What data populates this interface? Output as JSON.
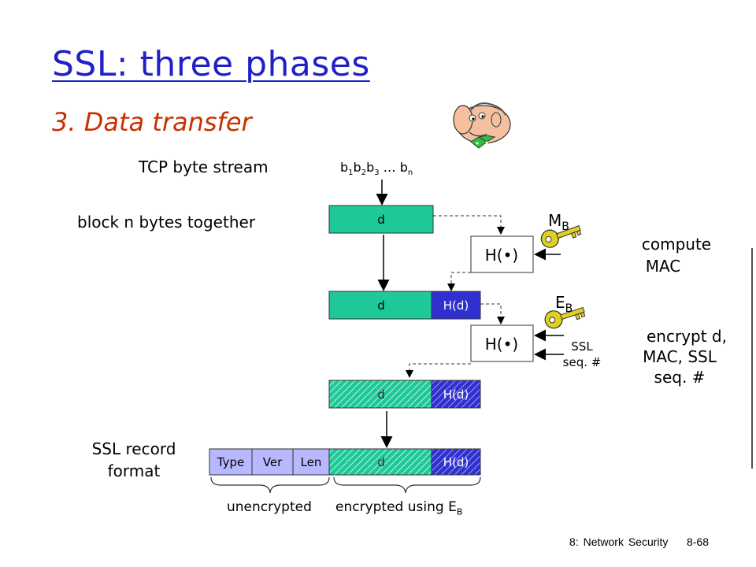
{
  "slide": {
    "title": "SSL: three phases",
    "subtitle": "3. Data transfer",
    "footer": "8: Network Security    8-68"
  },
  "labels": {
    "tcp_stream": "TCP byte stream",
    "byte_seq": [
      "b",
      "1",
      "b",
      "2",
      "b",
      "3",
      " … b",
      "n"
    ],
    "block": "block n bytes together",
    "compute_mac": [
      "compute",
      "MAC"
    ],
    "encrypt": [
      "encrypt d,",
      "MAC, SSL",
      "seq. #"
    ],
    "ssl_record": [
      "SSL record",
      "format"
    ],
    "unencrypted": "unencrypted",
    "encrypted_using": "encrypted using E",
    "encrypted_sub": "B",
    "ssl_seq": [
      "SSL",
      "seq. #"
    ]
  },
  "boxes": {
    "d": "d",
    "hd": "H(d)",
    "hash": "H(•)",
    "type": "Type",
    "ver": "Ver",
    "len": "Len"
  },
  "keys": {
    "mac_key": "M",
    "mac_key_sub": "B",
    "enc_key": "E",
    "enc_key_sub": "B"
  },
  "colors": {
    "title": "#2020c8",
    "subtitle": "#c83000",
    "data_block": "#1ec898",
    "mac_block": "#3030d0",
    "header_fields": "#b8b8ff",
    "key": "#e0d020"
  }
}
